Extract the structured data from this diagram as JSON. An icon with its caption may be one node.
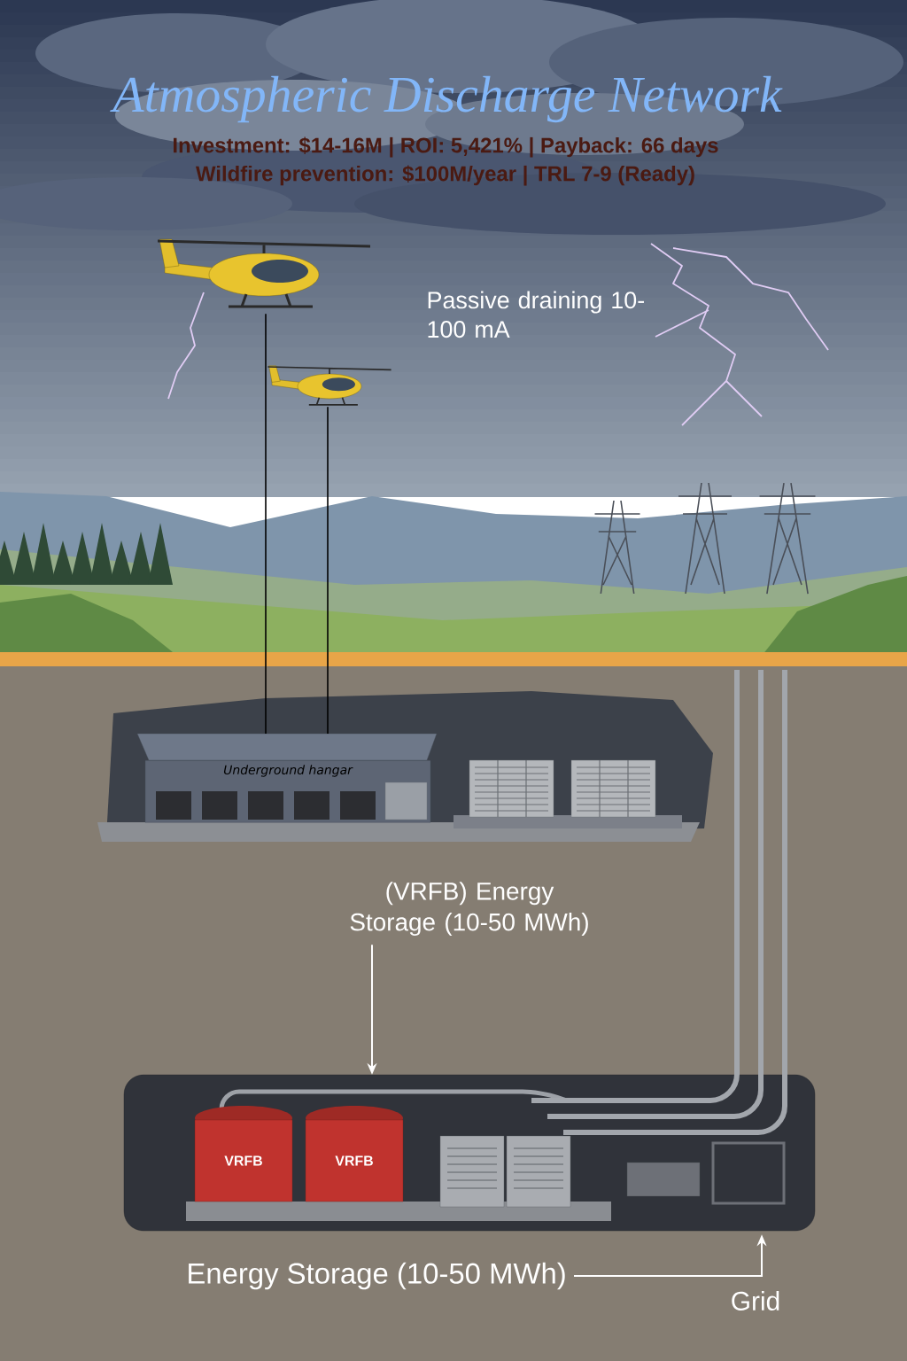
{
  "diagram": {
    "title": "Atmospheric Discharge Network",
    "nodes": [
      {
        "text": [],
        "shape": "picture"
      },
      {
        "text": [],
        "shape": "picture"
      },
      {
        "text": [
          "Underground hangar"
        ]
      },
      {
        "text": [
          "(VRFB) Energy Storage (10-50 MWh)"
        ]
      },
      {
        "text": [],
        "shape": "box"
      },
      {
        "text": [
          "VRFB"
        ],
        "in": 4
      },
      {
        "text": [
          "VRFB"
        ],
        "in": 4
      },
      {
        "text": [
          "Energy Storage (10-50 MWh)"
        ]
      }
    ],
    "edges": [
      {
        "from": 0,
        "to": 2,
        "arrow": "none"
      },
      {
        "from": 1,
        "to": 2,
        "arrow": "none"
      },
      {
        "from": 3,
        "to": 4,
        "arrow": "to",
        "color": "#ffffff"
      },
      {
        "from": 7,
        "to": 4,
        "arrow": "to",
        "color": "#ffffff"
      }
    ],
    "labels": [
      "Investment: $14-16M | ROI: 5,421% | Payback: 66 days",
      "Wildfire prevention: $100M/year | TRL 7-9 (Ready)",
      "Passive draining 10-100 mA",
      "Grid"
    ]
  }
}
